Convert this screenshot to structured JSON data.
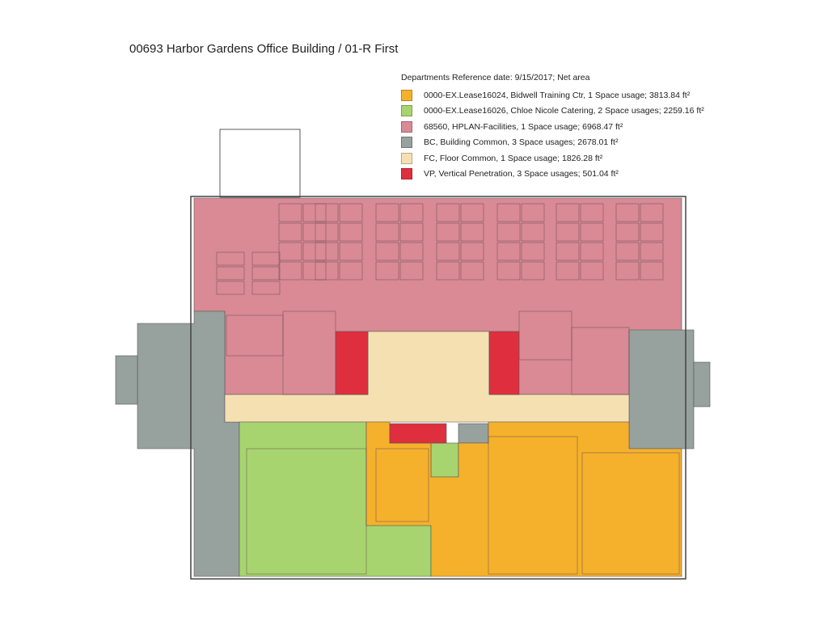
{
  "title": "00693 Harbor Gardens Office Building / 01-R First",
  "legend": {
    "header": "Departments Reference date: 9/15/2017; Net area",
    "items": [
      {
        "label": "0000-EX.Lease16024, Bidwell Training Ctr, 1 Space usage; 3813.84 ft²",
        "color": "#f5b12c"
      },
      {
        "label": "0000-EX.Lease16026, Chloe Nicole Catering, 2 Space usages; 2259.16 ft²",
        "color": "#a8d46f"
      },
      {
        "label": "68560, HPLAN-Facilities, 1 Space usage; 6968.47 ft²",
        "color": "#d98a94"
      },
      {
        "label": "BC, Building Common, 3 Space usages; 2678.01 ft²",
        "color": "#97a19d"
      },
      {
        "label": "FC, Floor Common, 1 Space usage; 1826.28 ft²",
        "color": "#f5e0b2"
      },
      {
        "label": "VP, Vertical Penetration, 3 Space usages; 501.04 ft²",
        "color": "#df2f3e"
      }
    ]
  }
}
